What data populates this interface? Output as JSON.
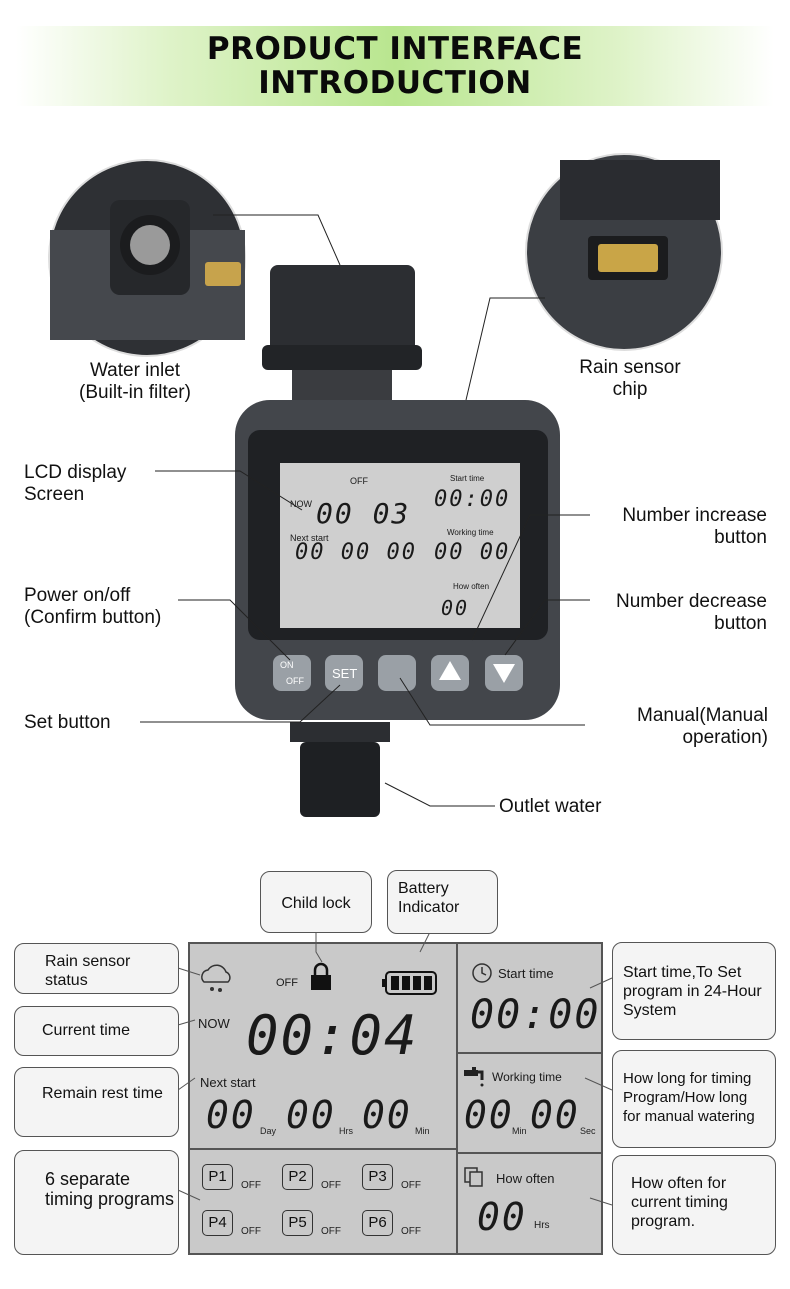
{
  "header": {
    "title_line1": "PRODUCT INTERFACE",
    "title_line2": "INTRODUCTION"
  },
  "device_labels": {
    "water_inlet_1": "Water inlet",
    "water_inlet_2": "(Built-in filter)",
    "rain_chip_1": "Rain sensor",
    "rain_chip_2": "chip",
    "lcd_1": "LCD display",
    "lcd_2": "Screen",
    "increase_1": "Number increase",
    "increase_2": "button",
    "power_1": "Power on/off",
    "power_2": "(Confirm button)",
    "decrease_1": "Number decrease",
    "decrease_2": "button",
    "set": "Set button",
    "manual_1": "Manual(Manual",
    "manual_2": "operation)",
    "outlet": "Outlet water"
  },
  "device_screen": {
    "off": "OFF",
    "now": "NOW",
    "time": "00 03",
    "start_time": "Start time",
    "start_value": "00:00",
    "next_start": "Next start",
    "next_value": "00 00 00",
    "working_time": "Working time",
    "working_value": "00 00",
    "how_often": "How often",
    "how_value": "00",
    "buttons": {
      "on": "ON",
      "off": "OFF",
      "set": "SET"
    }
  },
  "callouts": {
    "child_lock": "Child lock",
    "battery": "Battery Indicator",
    "rain_status": "Rain sensor status",
    "current_time": "Current time",
    "remain": "Remain rest time",
    "programs": "6 separate timing programs",
    "start_time": "Start time,To Set program in 24-Hour System",
    "how_long": "How long for timing Program/How long for manual watering",
    "how_often": "How often for current timing program."
  },
  "lcd": {
    "off": "OFF",
    "now": "NOW",
    "time": "00:04",
    "next_start": "Next start",
    "day_val": "00",
    "day_unit": "Day",
    "hrs_val": "00",
    "hrs_unit": "Hrs",
    "min_val": "00",
    "min_unit": "Min",
    "start_time": "Start time",
    "start_value": "00:00",
    "working_time": "Working time",
    "work_min": "00",
    "work_min_unit": "Min",
    "work_sec": "00",
    "work_sec_unit": "Sec",
    "how_often": "How often",
    "how_value": "00",
    "how_unit": "Hrs",
    "programs": [
      {
        "label": "P1",
        "state": "OFF"
      },
      {
        "label": "P2",
        "state": "OFF"
      },
      {
        "label": "P3",
        "state": "OFF"
      },
      {
        "label": "P4",
        "state": "OFF"
      },
      {
        "label": "P5",
        "state": "OFF"
      },
      {
        "label": "P6",
        "state": "OFF"
      }
    ]
  },
  "colors": {
    "banner_green": "#b9e68f",
    "device_body": "#3a3d42",
    "lcd_bg": "#c9c9c9",
    "callout_bg": "#f4f4f4"
  }
}
